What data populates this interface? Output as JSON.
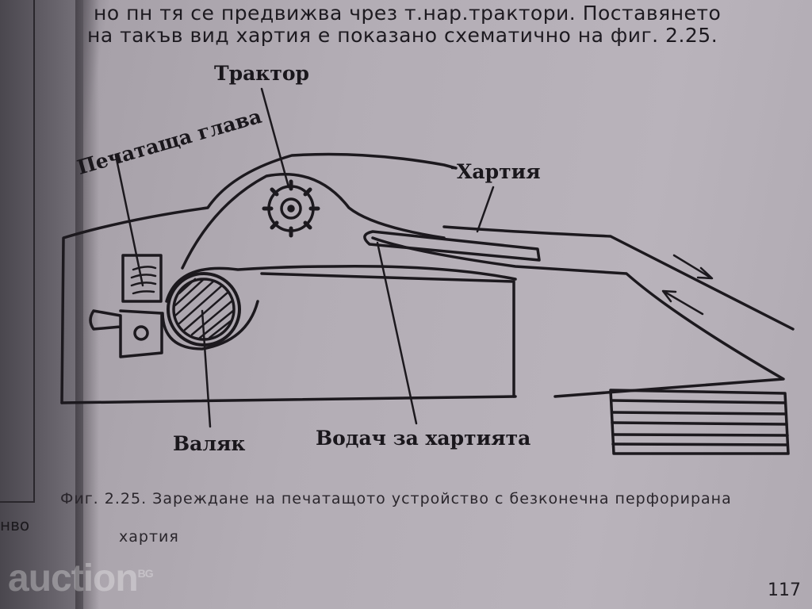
{
  "page": {
    "text_lines": [
      "но пн                 тя се предвижва чрез т.нар.трактори. Поставянето",
      "на такъв вид хартия е показано схематично на фиг. 2.25."
    ],
    "left_page_fragment": "нво",
    "page_number": "117"
  },
  "figure": {
    "labels": {
      "tractor": "Трактор",
      "print_head": "Печатаща глава",
      "paper": "Хартия",
      "roller": "Валяк",
      "paper_guide": "Водач за хартията"
    },
    "caption_line1": "Фиг. 2.25.  Зареждане на печатащото устройство с безконечна перфорирана",
    "caption_line2": "хартия"
  },
  "watermark": {
    "text": "auction",
    "suffix": "BG"
  }
}
